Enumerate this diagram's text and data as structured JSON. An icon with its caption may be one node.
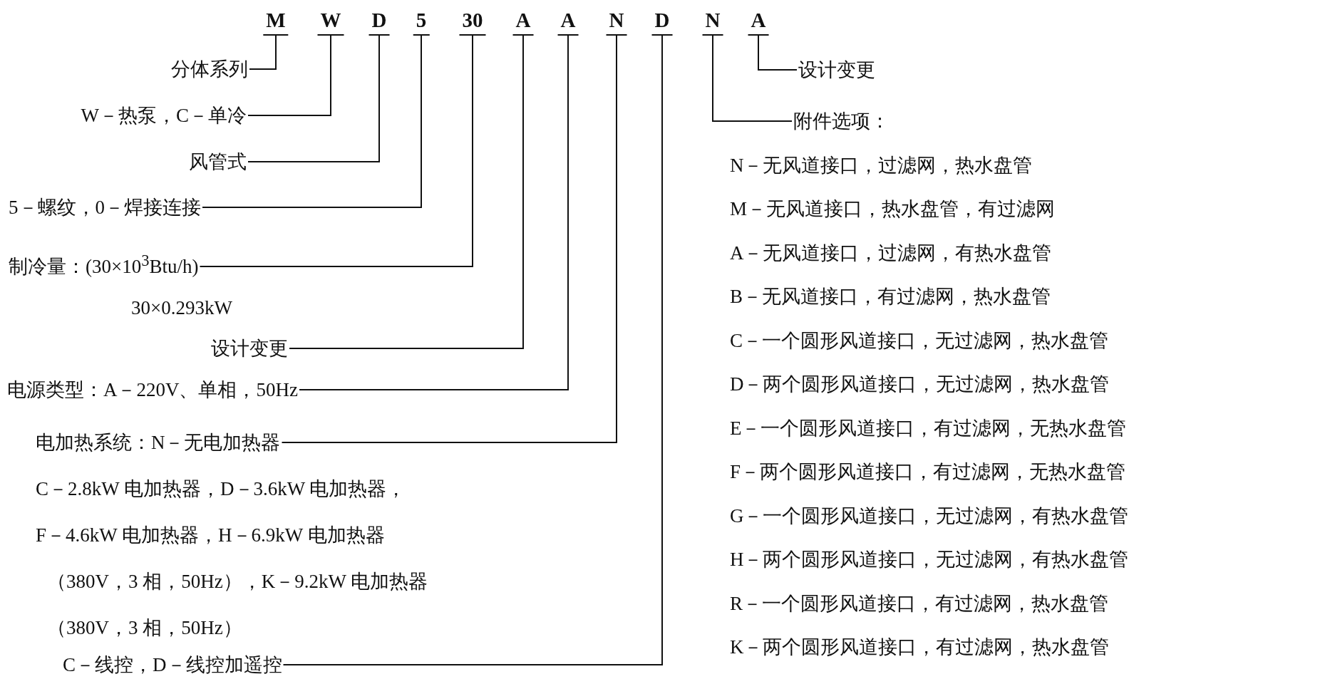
{
  "diagram": {
    "nodes": [
      {
        "text": [
          "M"
        ]
      },
      {
        "text": [
          "W"
        ]
      },
      {
        "text": [
          "D"
        ]
      },
      {
        "text": [
          "5"
        ]
      },
      {
        "text": [
          "30"
        ]
      },
      {
        "text": [
          "A"
        ]
      },
      {
        "text": [
          "A"
        ]
      },
      {
        "text": [
          "N"
        ]
      },
      {
        "text": [
          "D"
        ]
      },
      {
        "text": [
          "N"
        ]
      },
      {
        "text": [
          "A"
        ]
      },
      {
        "text": [
          "分体系列"
        ]
      },
      {
        "text": [
          "W－热泵，C－单冷"
        ]
      },
      {
        "text": [
          "风管式"
        ]
      },
      {
        "text": [
          "5－螺纹，0－焊接连接"
        ]
      },
      {
        "text": [
          "制冷量：(30×10$^{3}$Btu/h)",
          "30×0.293kW"
        ]
      },
      {
        "text": [
          "设计变更"
        ]
      },
      {
        "text": [
          "电源类型：A－220V、单相，50Hz"
        ]
      },
      {
        "text": [
          "电加热系统：N－无电加热器",
          "C－2.8kW 电加热器，D－3.6kW 电加热器，",
          "F－4.6kW 电加热器，H－6.9kW 电加热器",
          "（380V，3 相，50Hz），K－9.2kW 电加热器",
          "（380V，3 相，50Hz）"
        ]
      },
      {
        "text": [
          "C－线控，D－线控加遥控"
        ]
      },
      {
        "text": [
          "设计变更"
        ]
      },
      {
        "text": [
          "附件选项：",
          "N－无风道接口，过滤网，热水盘管",
          "M－无风道接口，热水盘管，有过滤网",
          "A－无风道接口，过滤网，有热水盘管",
          "B－无风道接口，有过滤网，热水盘管",
          "C－一个圆形风道接口，无过滤网，热水盘管",
          "D－两个圆形风道接口，无过滤网，热水盘管",
          "E－一个圆形风道接口，有过滤网，无热水盘管",
          "F－两个圆形风道接口，有过滤网，无热水盘管",
          "G－一个圆形风道接口，无过滤网，有热水盘管",
          "H－两个圆形风道接口，无过滤网，有热水盘管",
          "R－一个圆形风道接口，有过滤网，热水盘管",
          "K－两个圆形风道接口，有过滤网，热水盘管"
        ]
      }
    ],
    "edges": [
      {
        "from": 0,
        "to": 11,
        "arrow": "none"
      },
      {
        "from": 1,
        "to": 12,
        "arrow": "none"
      },
      {
        "from": 2,
        "to": 13,
        "arrow": "none"
      },
      {
        "from": 3,
        "to": 14,
        "arrow": "none"
      },
      {
        "from": 4,
        "to": 15,
        "arrow": "none"
      },
      {
        "from": 5,
        "to": 16,
        "arrow": "none"
      },
      {
        "from": 6,
        "to": 17,
        "arrow": "none"
      },
      {
        "from": 7,
        "to": 18,
        "arrow": "none"
      },
      {
        "from": 8,
        "to": 19,
        "arrow": "none"
      },
      {
        "from": 9,
        "to": 21,
        "arrow": "none"
      },
      {
        "from": 10,
        "to": 20,
        "arrow": "none"
      }
    ]
  }
}
